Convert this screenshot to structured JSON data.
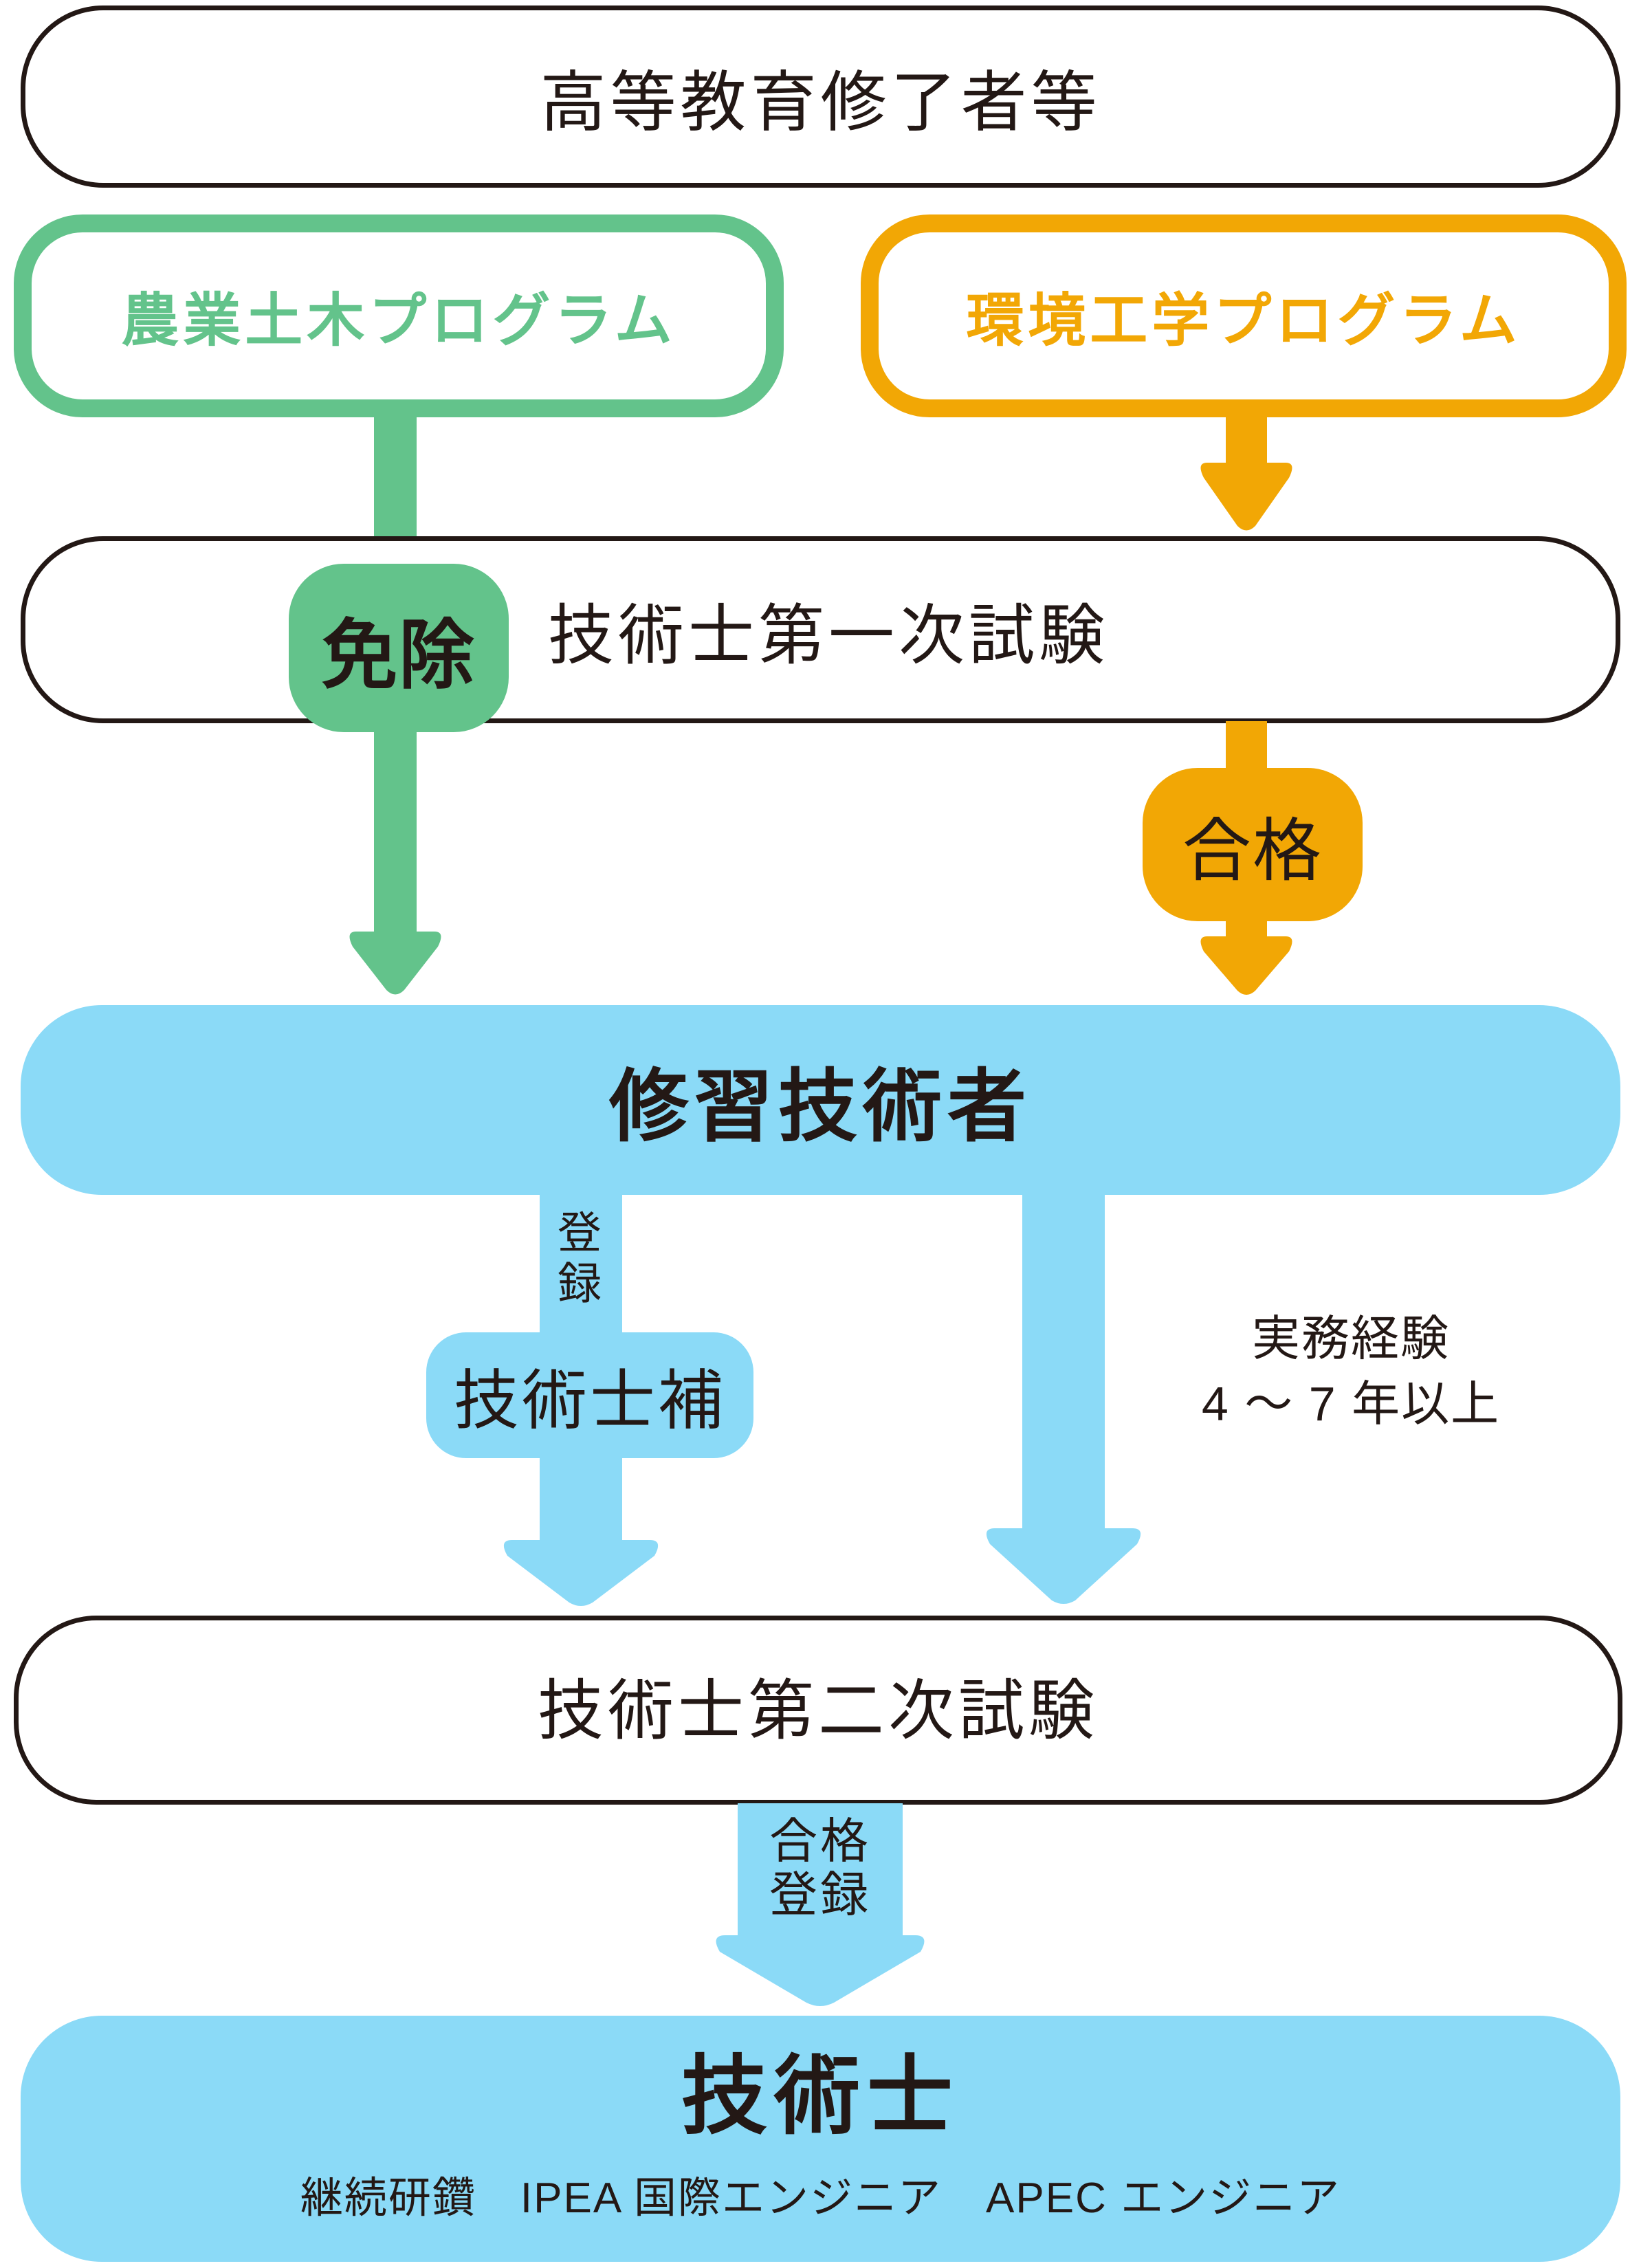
{
  "palette": {
    "dark": "#231815",
    "green": "#63C38B",
    "orange": "#F2A705",
    "blue": "#8BDAF7",
    "white": "#FFFFFF"
  },
  "nodes": {
    "top": {
      "label": "高等教育修了者等"
    },
    "program_agricultural": {
      "label": "農業土木プログラム"
    },
    "program_environmental": {
      "label": "環境工学プログラム"
    },
    "exemption_badge": {
      "label": "免除"
    },
    "exam1": {
      "label": "技術士第一次試験"
    },
    "pass_badge": {
      "label": "合格"
    },
    "trainee": {
      "label": "修習技術者"
    },
    "register_note": {
      "label": "登録"
    },
    "assistant": {
      "label": "技術士補"
    },
    "experience_note": {
      "line1": "実務経験",
      "line2": "4 ～ 7 年以上"
    },
    "exam2": {
      "label": "技術士第二次試験"
    },
    "pass_register_note": {
      "line1": "合格",
      "line2": "登録"
    },
    "pe": {
      "label": "技術士",
      "sub": "継続研鑽　IPEA 国際エンジニア　APEC エンジニア"
    }
  }
}
